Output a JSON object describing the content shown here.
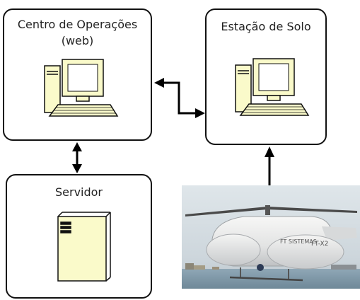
{
  "nodes": {
    "operations_center": {
      "title": "Centro de Operações",
      "subtitle": "(web)"
    },
    "ground_station": {
      "title": "Estação de Solo"
    },
    "server": {
      "title": "Servidor"
    }
  },
  "photo": {
    "nameplate": "FT-X2",
    "fuselage_text": "FT SISTEMAS"
  },
  "colors": {
    "device_fill": "#fafaca",
    "stroke": "#111111"
  }
}
